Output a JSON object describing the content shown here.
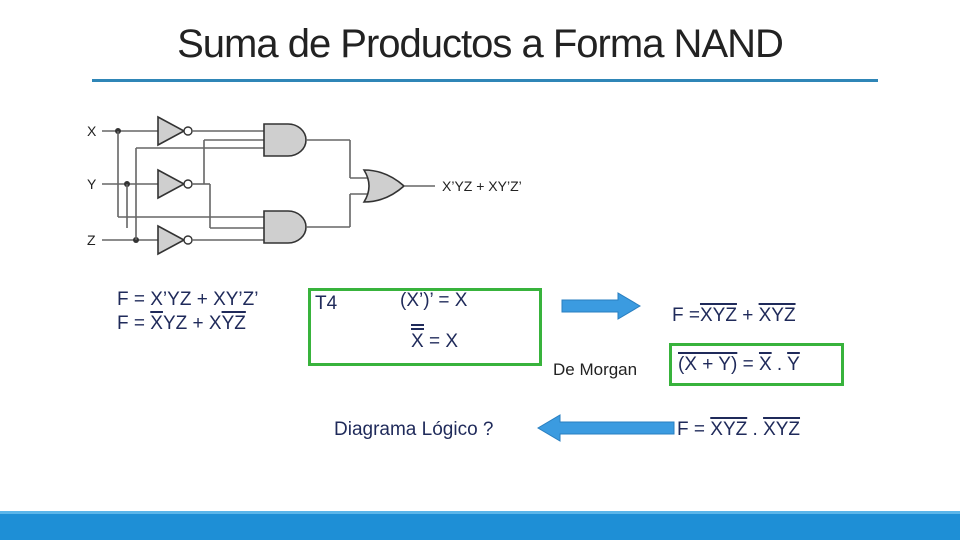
{
  "title": "Suma de Productos a Forma NAND",
  "circuit": {
    "inputs": [
      "X",
      "Y",
      "Z"
    ],
    "output_label": "X’YZ + XY’Z’"
  },
  "equations": {
    "line1": "F = X’YZ + XY’Z’",
    "line2_prefix": "F = ",
    "line2_x": "X",
    "line2_mid": "YZ + X",
    "line2_yz": "YZ"
  },
  "t4": {
    "label": "T4",
    "law1": "(X’)’  = X",
    "law2_x": "X",
    "law2_rest": "  = X"
  },
  "de_morgan": {
    "label": "De Morgan",
    "expr_a": "(X + Y)",
    "expr_b": " = ",
    "expr_c": "X",
    "expr_d": " . ",
    "expr_e": "Y"
  },
  "result_top": {
    "prefix": "F = ",
    "term1": "XYZ",
    "plus": " + ",
    "term2": "XYZ"
  },
  "result_bottom": {
    "prefix": "F = ",
    "term1": "XYZ",
    "dot": " . ",
    "term2": "XYZ"
  },
  "diagram_question": "Diagrama Lógico ?",
  "colors": {
    "accent_rule": "#2f86b7",
    "box_green": "#38b33c",
    "arrow_blue": "#3b9be0",
    "bottom_bar": "#1e8fd6"
  }
}
